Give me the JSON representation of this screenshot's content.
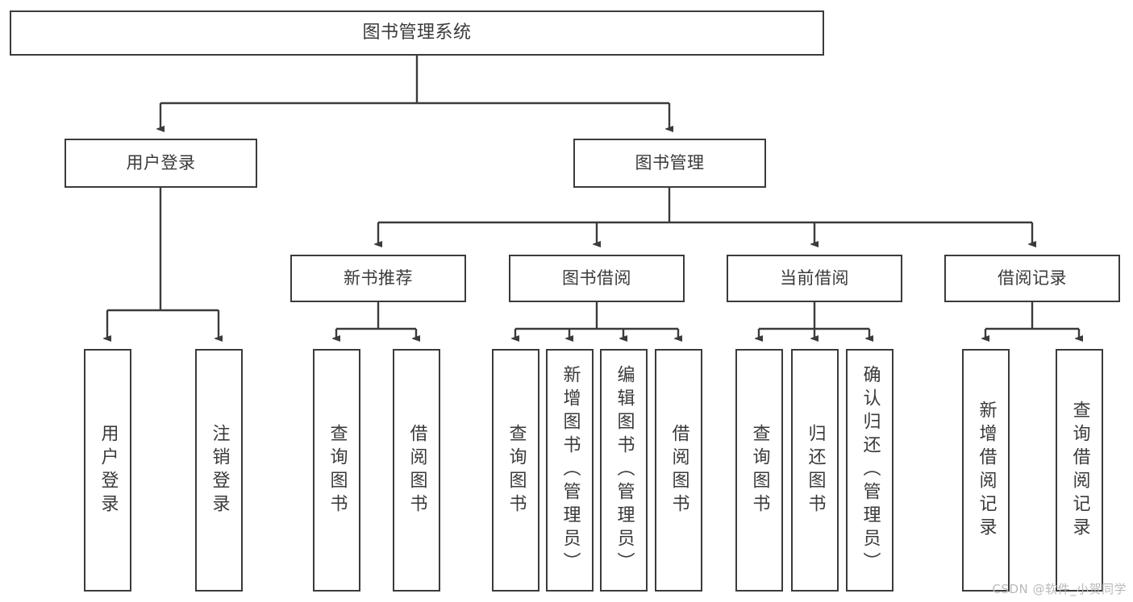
{
  "diagram": {
    "title": "图书管理系统",
    "watermark": "CSDN @软件_小贺同学",
    "type": "tree-hierarchy-diagram",
    "colors": {
      "stroke": "#3b3b3b",
      "text": "#3a3a3a",
      "background": "#ffffff",
      "watermark": "#b9b9b9"
    },
    "root": {
      "label": "图书管理系统"
    },
    "level2": [
      {
        "label": "用户登录"
      },
      {
        "label": "图书管理"
      }
    ],
    "level3": [
      {
        "label": "新书推荐"
      },
      {
        "label": "图书借阅"
      },
      {
        "label": "当前借阅"
      },
      {
        "label": "借阅记录"
      }
    ],
    "leaves": {
      "user_login": [
        {
          "label": "用户登录"
        },
        {
          "label": "注销登录"
        }
      ],
      "new_book_recommend": [
        {
          "label": "查询图书"
        },
        {
          "label": "借阅图书"
        }
      ],
      "book_borrow": [
        {
          "label": "查询图书"
        },
        {
          "label": "新增图书（管理员）"
        },
        {
          "label": "编辑图书（管理员）"
        },
        {
          "label": "借阅图书"
        }
      ],
      "current_borrow": [
        {
          "label": "查询图书"
        },
        {
          "label": "归还图书"
        },
        {
          "label": "确认归还（管理员）"
        }
      ],
      "borrow_record": [
        {
          "label": "新增借阅记录"
        },
        {
          "label": "查询借阅记录"
        }
      ]
    }
  }
}
